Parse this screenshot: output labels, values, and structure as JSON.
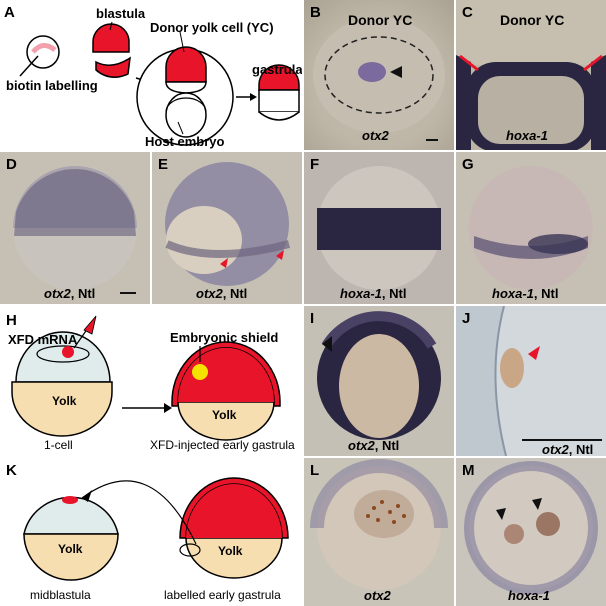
{
  "panels": {
    "A": {
      "label": "A",
      "blastula": "blastula",
      "biotin": "biotin labelling",
      "donor": "Donor yolk cell (YC)",
      "gastrula": "gastrula",
      "host": "Host embryo"
    },
    "B": {
      "label": "B",
      "title": "Donor YC",
      "gene": "otx2"
    },
    "C": {
      "label": "C",
      "title": "Donor YC",
      "gene": "hoxa-1"
    },
    "D": {
      "label": "D",
      "gene": "otx2",
      "suffix": ", Ntl"
    },
    "E": {
      "label": "E",
      "gene": "otx2",
      "suffix": ", Ntl"
    },
    "F": {
      "label": "F",
      "gene": "hoxa-1",
      "suffix": ", Ntl"
    },
    "G": {
      "label": "G",
      "gene": "hoxa-1",
      "suffix": ", Ntl"
    },
    "H": {
      "label": "H",
      "mrna": "XFD mRNA",
      "shield": "Embryonic shield",
      "yolk1": "Yolk",
      "yolk2": "Yolk",
      "cell": "1-cell",
      "injected": "XFD-injected early gastrula"
    },
    "I": {
      "label": "I",
      "gene": "otx2",
      "suffix": ", Ntl"
    },
    "J": {
      "label": "J",
      "gene": "otx2",
      "suffix": ", Ntl"
    },
    "K": {
      "label": "K",
      "yolk1": "Yolk",
      "yolk2": "Yolk",
      "mid": "midblastula",
      "labelled": "labelled early gastrula"
    },
    "L": {
      "label": "L",
      "gene": "otx2"
    },
    "M": {
      "label": "M",
      "gene": "hoxa-1"
    }
  },
  "colors": {
    "red": "#e8142a",
    "yolk": "#f7deb0",
    "blastoderm": "#dfeceb",
    "stain": "#2a2540"
  }
}
